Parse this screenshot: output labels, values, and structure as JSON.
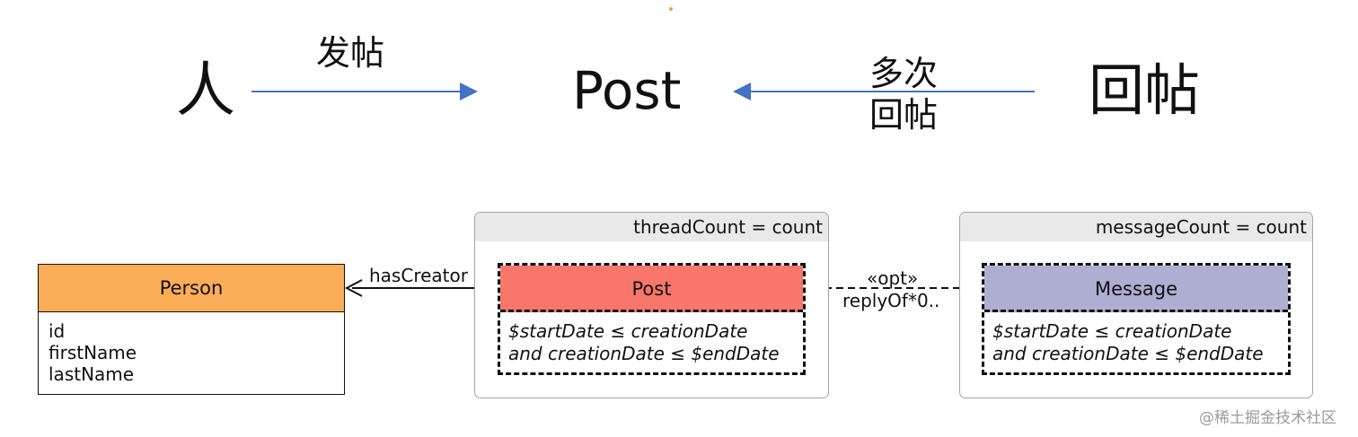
{
  "top": {
    "person_text": "人",
    "post_text": "Post",
    "reply_text": "回帖",
    "publish_label": "发帖",
    "multi_reply_label_line1": "多次",
    "multi_reply_label_line2": "回帖",
    "arrow_color": "#4472c4"
  },
  "diagram": {
    "person": {
      "title": "Person",
      "attrs": [
        "id",
        "firstName",
        "lastName"
      ],
      "color": "#fbac57"
    },
    "thread_group": {
      "header": "threadCount = count"
    },
    "message_group": {
      "header": "messageCount = count"
    },
    "post": {
      "title": "Post",
      "cond_line1": "$startDate ≤ creationDate",
      "cond_line2": "and creationDate ≤ $endDate",
      "color": "#f8766a"
    },
    "message": {
      "title": "Message",
      "cond_line1": "$startDate ≤ creationDate",
      "cond_line2": "and creationDate ≤ $endDate",
      "color": "#aeadd2"
    },
    "has_creator_label": "hasCreator",
    "reply_opt_label": "«opt»",
    "reply_of_label": "replyOf*0.."
  },
  "watermark": "@稀土掘金技术社区"
}
